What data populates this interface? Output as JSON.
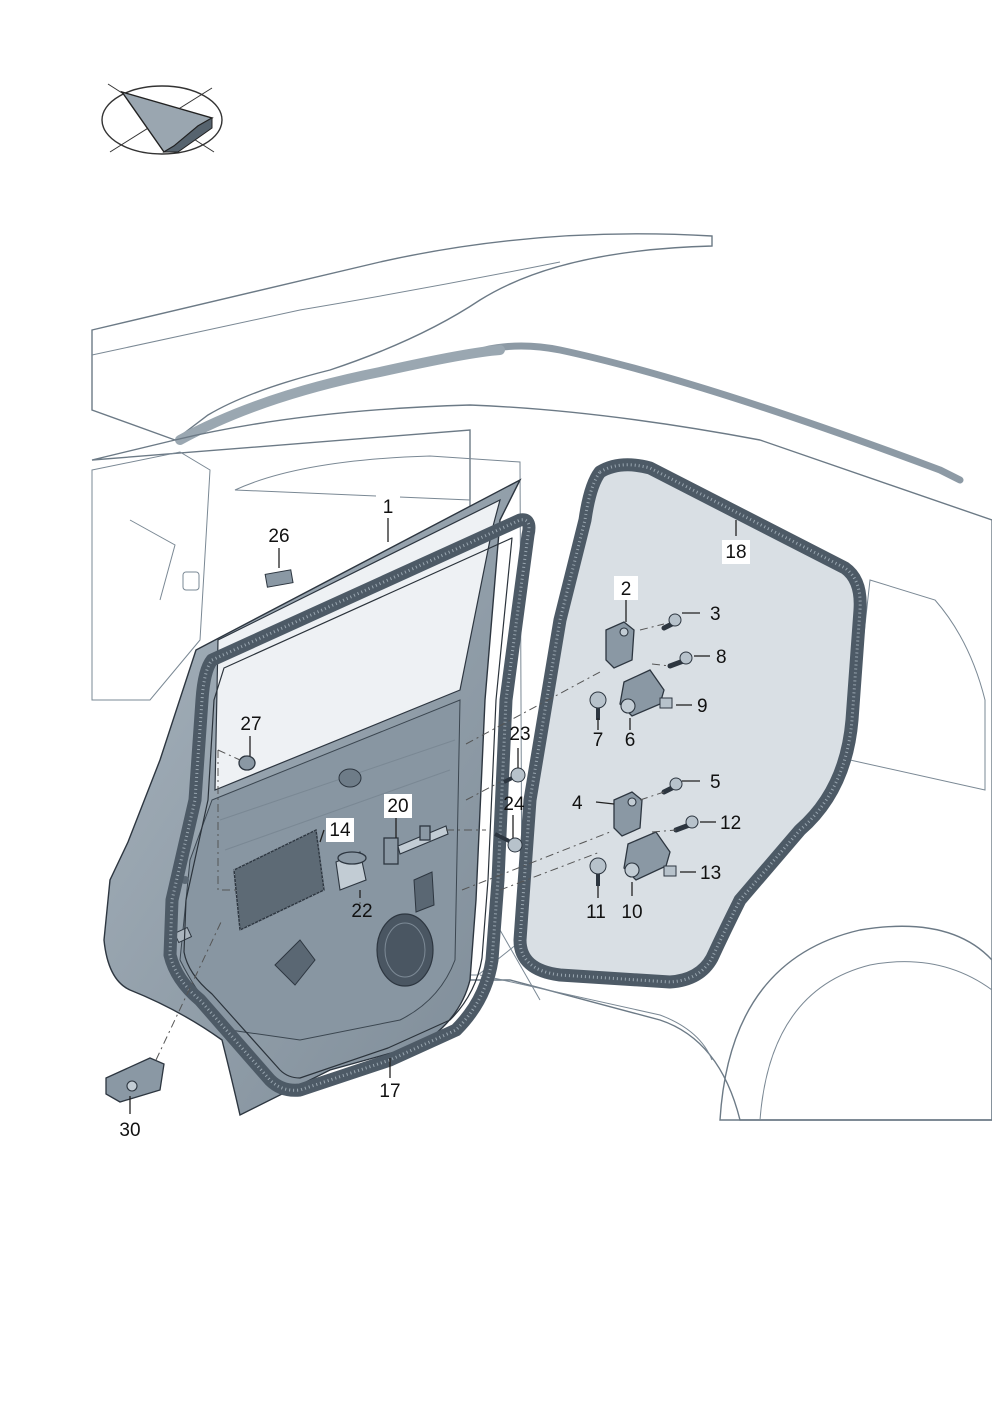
{
  "labels": [
    {
      "id": "1",
      "text": "1"
    },
    {
      "id": "2",
      "text": "2"
    },
    {
      "id": "3",
      "text": "3"
    },
    {
      "id": "4",
      "text": "4"
    },
    {
      "id": "5",
      "text": "5"
    },
    {
      "id": "6",
      "text": "6"
    },
    {
      "id": "7",
      "text": "7"
    },
    {
      "id": "8",
      "text": "8"
    },
    {
      "id": "9",
      "text": "9"
    },
    {
      "id": "10",
      "text": "10"
    },
    {
      "id": "11",
      "text": "11"
    },
    {
      "id": "12",
      "text": "12"
    },
    {
      "id": "13",
      "text": "13"
    },
    {
      "id": "14",
      "text": "14"
    },
    {
      "id": "17",
      "text": "17"
    },
    {
      "id": "18",
      "text": "18"
    },
    {
      "id": "20",
      "text": "20"
    },
    {
      "id": "22",
      "text": "22"
    },
    {
      "id": "23",
      "text": "23"
    },
    {
      "id": "24",
      "text": "24"
    },
    {
      "id": "26",
      "text": "26"
    },
    {
      "id": "27",
      "text": "27"
    },
    {
      "id": "30",
      "text": "30"
    }
  ],
  "colors": {
    "body_shade": "#dde3e8",
    "body_dark": "#c3ccd4",
    "door_panel": "#93a1ad",
    "seal": "#4d5a66",
    "line": "#2d3640"
  },
  "icons": {
    "orientation": "view-direction-arrow-icon"
  }
}
